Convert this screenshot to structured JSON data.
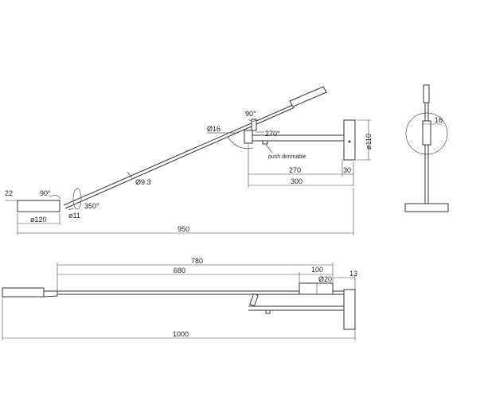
{
  "side_view": {
    "dim_22": "22",
    "angle_base": "90°",
    "dia_base": "ø120",
    "dia_11": "ø11",
    "rot_350": "350°",
    "dia_9_3": "Ø9.3",
    "dia_16": "Ø16",
    "angle_joint": "90°",
    "rot_270": "270°",
    "push_dimmable": "push dimmable",
    "dim_270": "270",
    "dim_30": "30",
    "dim_300": "300",
    "dia_110": "ø110",
    "dim_950": "950"
  },
  "front_view": {
    "dim_16": "16"
  },
  "top_view": {
    "dim_780": "780",
    "dim_680": "680",
    "dim_100": "100",
    "dia_20": "Ø20",
    "dim_13": "13",
    "dim_1000": "1000"
  }
}
